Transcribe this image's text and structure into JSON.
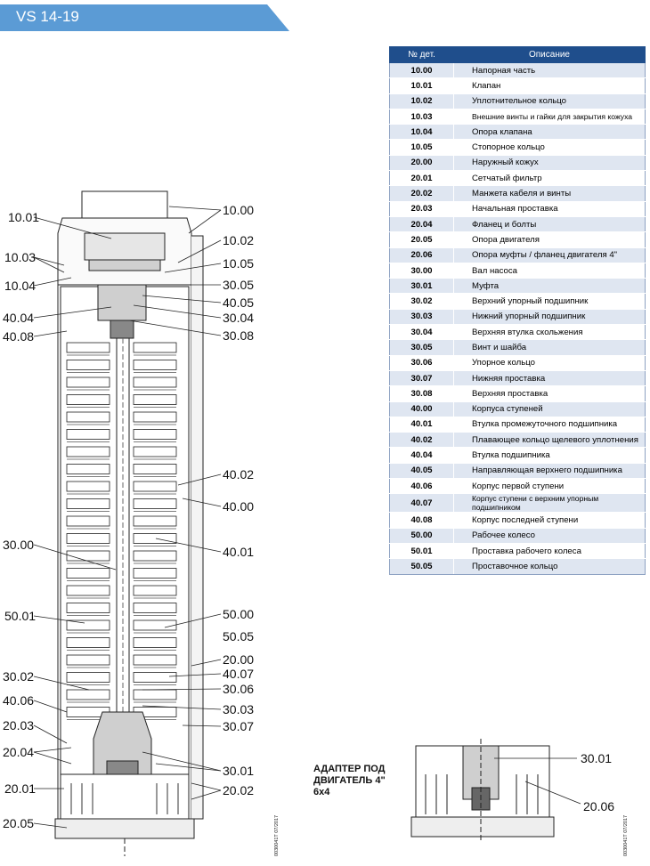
{
  "header": {
    "title": "VS 14-19",
    "color": "#5b9bd5"
  },
  "table": {
    "headers": [
      "№ дет.",
      "Описание"
    ],
    "rows": [
      [
        "10.00",
        "Напорная часть"
      ],
      [
        "10.01",
        "Клапан"
      ],
      [
        "10.02",
        "Уплотнительное кольцо"
      ],
      [
        "10.03",
        "Внешние винты и гайки для закрытия кожуха"
      ],
      [
        "10.04",
        "Опора клапана"
      ],
      [
        "10.05",
        "Стопорное кольцо"
      ],
      [
        "20.00",
        "Наружный кожух"
      ],
      [
        "20.01",
        "Сетчатый фильтр"
      ],
      [
        "20.02",
        "Манжета кабеля и винты"
      ],
      [
        "20.03",
        "Начальная проставка"
      ],
      [
        "20.04",
        "Фланец и болты"
      ],
      [
        "20.05",
        "Опора двигателя"
      ],
      [
        "20.06",
        "Опора муфты / фланец двигателя 4\""
      ],
      [
        "30.00",
        "Вал насоса"
      ],
      [
        "30.01",
        "Муфта"
      ],
      [
        "30.02",
        "Верхний упорный подшипник"
      ],
      [
        "30.03",
        "Нижний упорный подшипник"
      ],
      [
        "30.04",
        "Верхняя втулка скольжения"
      ],
      [
        "30.05",
        "Винт и шайба"
      ],
      [
        "30.06",
        "Упорное кольцо"
      ],
      [
        "30.07",
        "Нижняя проставка"
      ],
      [
        "30.08",
        "Верхняя проставка"
      ],
      [
        "40.00",
        "Корпуса ступеней"
      ],
      [
        "40.01",
        "Втулка промежуточного подшипника"
      ],
      [
        "40.02",
        "Плавающее кольцо щелевого уплотнения"
      ],
      [
        "40.04",
        "Втулка подшипника"
      ],
      [
        "40.05",
        "Направляющая верхнего подшипника"
      ],
      [
        "40.06",
        "Корпус первой ступени"
      ],
      [
        "40.07",
        "Корпус ступени с верхним упорным подшипником"
      ],
      [
        "40.08",
        "Корпус последней ступени"
      ],
      [
        "50.00",
        "Рабочее колесо"
      ],
      [
        "50.01",
        "Проставка рабочего колеса"
      ],
      [
        "50.05",
        "Проставочное кольцо"
      ]
    ]
  },
  "callouts_left": [
    "10.01",
    "10.03",
    "10.04",
    "40.04",
    "40.08",
    "30.00",
    "50.01",
    "30.02",
    "40.06",
    "20.03",
    "20.04",
    "20.01",
    "20.05"
  ],
  "callouts_right": [
    "10.00",
    "10.02",
    "10.05",
    "30.05",
    "40.05",
    "30.04",
    "30.08",
    "40.02",
    "40.00",
    "40.01",
    "50.00",
    "50.05",
    "20.00",
    "40.07",
    "30.06",
    "30.03",
    "30.07",
    "30.01",
    "20.02"
  ],
  "adapter": {
    "caption_line1": "АДАПТЕР ПОД",
    "caption_line2": "ДВИГАТЕЛЬ 4\"",
    "caption_line3": "6x4",
    "callout_top": "30.01",
    "callout_bottom": "20.06"
  },
  "drawing_codes": [
    "0030041T 07/2017",
    "0030041T 07/2017"
  ]
}
